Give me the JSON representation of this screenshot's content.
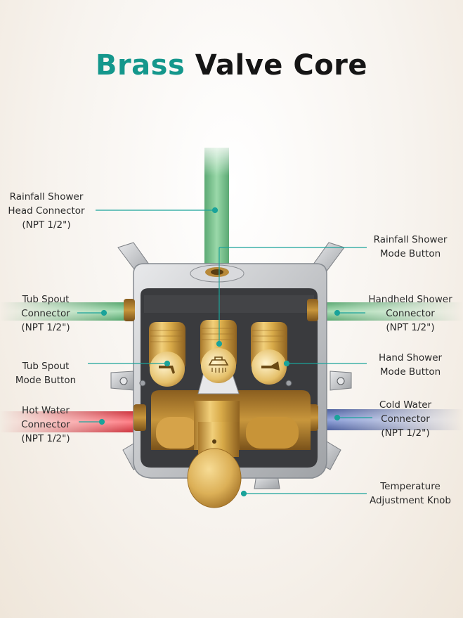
{
  "title": {
    "accent": "Brass",
    "main": "Valve Core"
  },
  "colors": {
    "accent": "#14978c",
    "leader": "#1aa39a",
    "brass": "#d4a53f",
    "box": "#3b3c3e",
    "hot": "#e53a43",
    "cold": "#3b55a8",
    "pipe": "#4ea86a"
  },
  "labels": {
    "rainfall_head": [
      "Rainfall Shower",
      "Head Connector",
      "(NPT 1/2\")"
    ],
    "rainfall_button": [
      "Rainfall Shower",
      "Mode Button"
    ],
    "tub_spout_connector": [
      "Tub Spout",
      "Connector",
      "(NPT 1/2\")"
    ],
    "handheld_connector": [
      "Handheld Shower",
      "Connector",
      "(NPT 1/2\")"
    ],
    "tub_spout_button": [
      "Tub Spout",
      "Mode Button"
    ],
    "hand_shower_button": [
      "Hand Shower",
      "Mode Button"
    ],
    "hot_water": [
      "Hot Water",
      "Connector",
      "(NPT 1/2\")"
    ],
    "cold_water": [
      "Cold Water",
      "Connector",
      "(NPT 1/2\")"
    ],
    "temp_knob": [
      "Temperature",
      "Adjustment Knob"
    ]
  }
}
